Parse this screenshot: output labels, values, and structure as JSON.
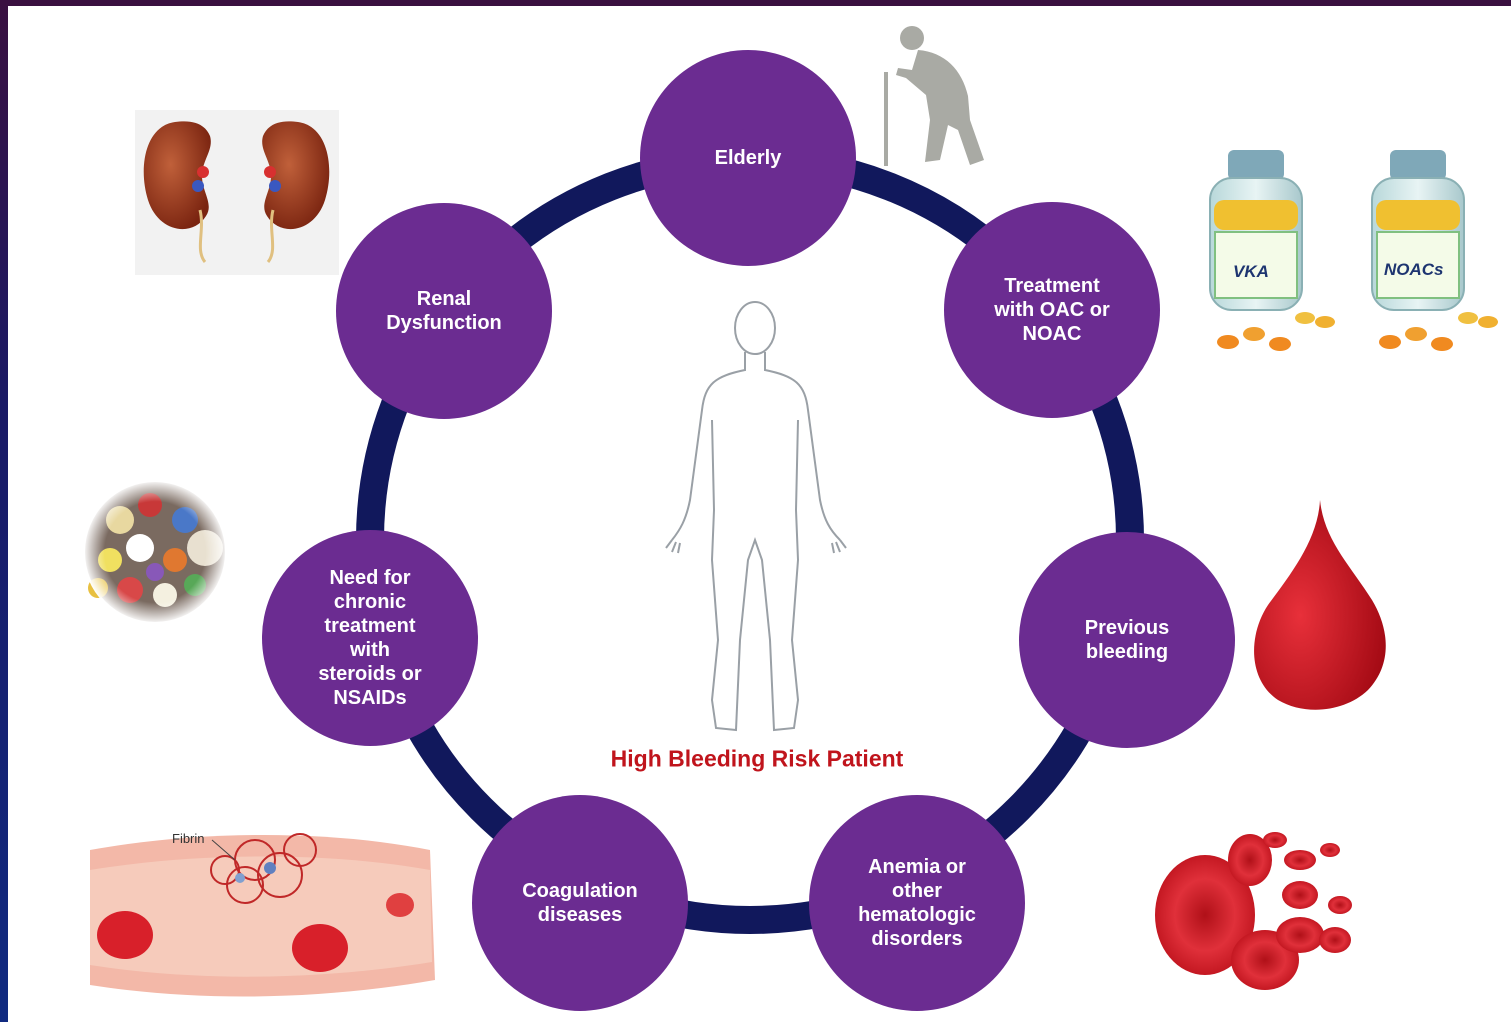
{
  "center_title": "High Bleeding Risk Patient",
  "nodes": [
    {
      "id": "elderly",
      "label": "Elderly"
    },
    {
      "id": "oac",
      "label": "Treatment\nwith OAC or\nNOAC"
    },
    {
      "id": "prev_bleeding",
      "label": "Previous\nbleeding"
    },
    {
      "id": "anemia",
      "label": "Anemia or\nother\nhematologic\ndisorders"
    },
    {
      "id": "coagulation",
      "label": "Coagulation\ndiseases"
    },
    {
      "id": "chronic",
      "label": "Need for\nchronic\ntreatment\nwith\nsteroids or\nNSAIDs"
    },
    {
      "id": "renal",
      "label": "Renal\nDysfunction"
    }
  ],
  "illustrations": {
    "bottle_labels": [
      "VKA",
      "NOACs"
    ],
    "fibrin_label": "Fibrin"
  },
  "colors": {
    "node": "#6b2c91",
    "ring": "#11185c",
    "title": "#c0141c",
    "blood": "#c8101a"
  }
}
